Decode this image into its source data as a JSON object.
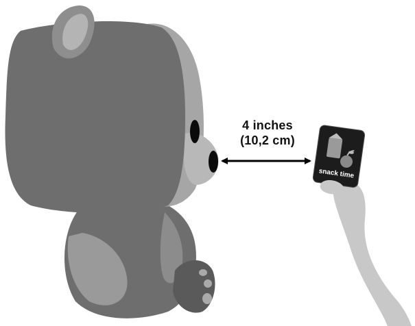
{
  "measurement": {
    "inches": "4 inches",
    "cm": "(10,2 cm)"
  },
  "card": {
    "label": "snack time",
    "icon": "food-bag-and-apple-icon"
  },
  "colors": {
    "bear_body": "#6e6e6e",
    "bear_light": "#aaaaaa",
    "bear_dark": "#4a4a4a",
    "card_bg": "#1c1c1c",
    "hand": "#c8c8c8",
    "arrow": "#000000"
  }
}
